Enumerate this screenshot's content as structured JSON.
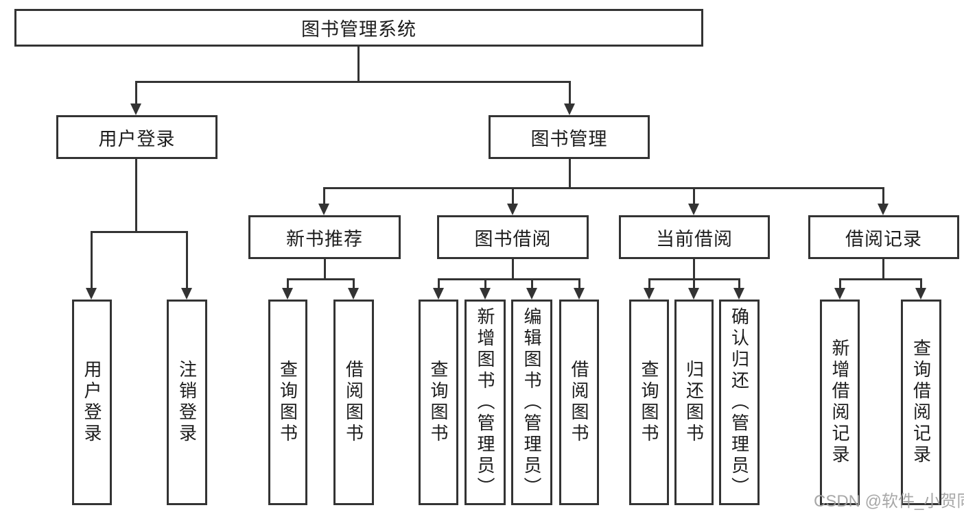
{
  "colors": {
    "line": "#333333",
    "box_border": "#333333",
    "box_background": "#ffffff",
    "text": "#1c1c1c",
    "watermark_text": "#9e9e9e"
  },
  "watermark": "CSDN @软件_小贺同学",
  "tree": {
    "root": "图书管理系统",
    "children": [
      {
        "label": "用户登录",
        "children": [
          {
            "label": "用户登录"
          },
          {
            "label": "注销登录"
          }
        ]
      },
      {
        "label": "图书管理",
        "children": [
          {
            "label": "新书推荐",
            "children": [
              {
                "label": "查询图书"
              },
              {
                "label": "借阅图书"
              }
            ]
          },
          {
            "label": "图书借阅",
            "children": [
              {
                "label": "查询图书"
              },
              {
                "label": "新增图书（管理员）"
              },
              {
                "label": "编辑图书（管理员）"
              },
              {
                "label": "借阅图书"
              }
            ]
          },
          {
            "label": "当前借阅",
            "children": [
              {
                "label": "查询图书"
              },
              {
                "label": "归还图书"
              },
              {
                "label": "确认归还（管理员）"
              }
            ]
          },
          {
            "label": "借阅记录",
            "children": [
              {
                "label": "新增借阅记录"
              },
              {
                "label": "查询借阅记录"
              }
            ]
          }
        ]
      }
    ]
  }
}
